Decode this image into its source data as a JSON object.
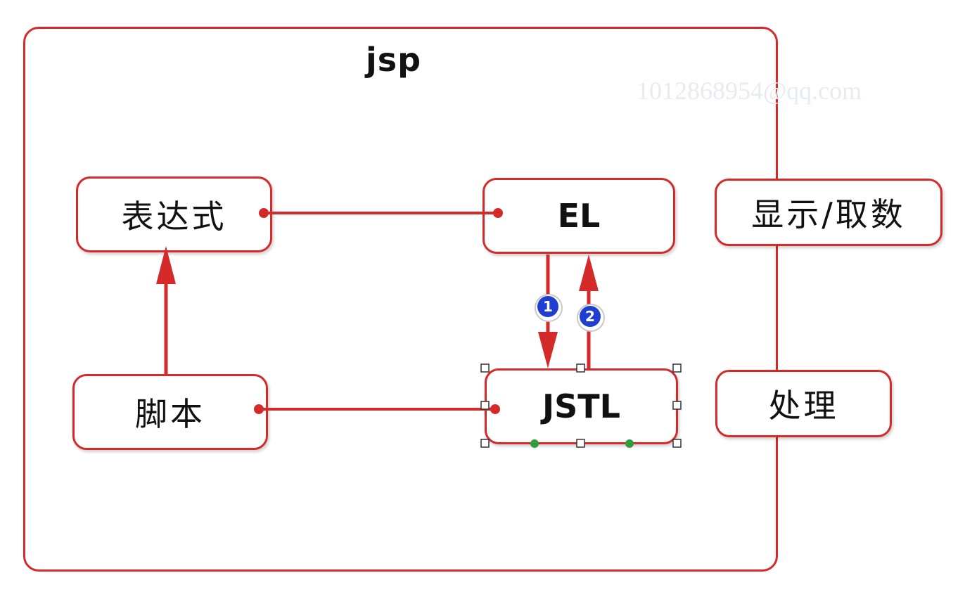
{
  "diagram": {
    "title": "jsp",
    "watermark": "1012868954@qq.com",
    "nodes": {
      "expression": "表达式",
      "el": "EL",
      "script": "脚本",
      "jstl": "JSTL",
      "display": "显示/取数",
      "processing": "处理"
    },
    "badges": {
      "step1": "1",
      "step2": "2"
    },
    "colors": {
      "line": "#d42a2a",
      "badge": "#1f3fd0",
      "handle_green": "#2e9e3a"
    }
  }
}
